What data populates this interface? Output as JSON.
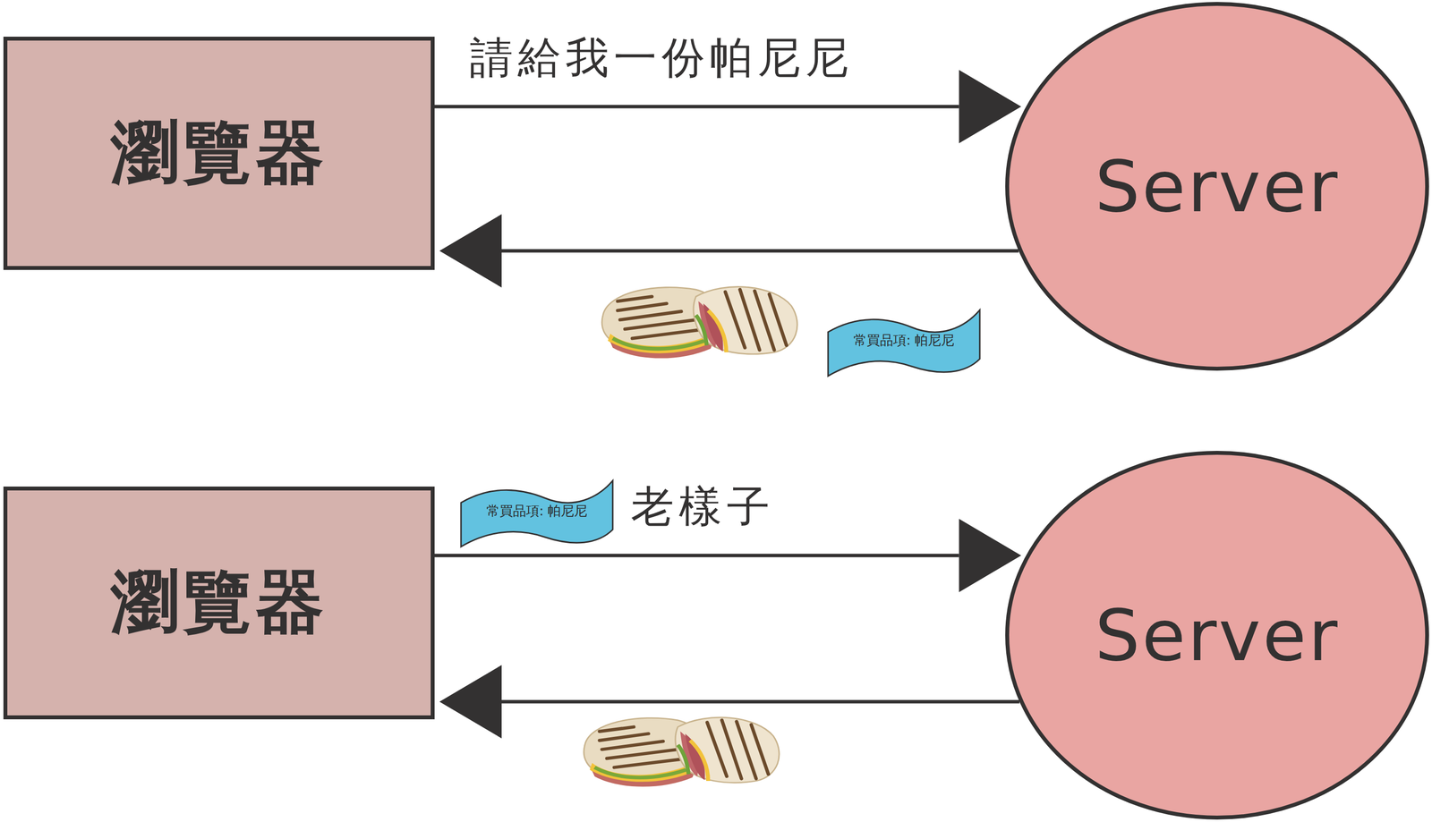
{
  "diagram": {
    "nodes": [
      {
        "text": [
          "瀏覽器"
        ]
      },
      {
        "text": [
          "Server"
        ]
      },
      {
        "text": [
          "瀏覽器"
        ]
      },
      {
        "text": [
          "Server"
        ]
      }
    ],
    "edges": [
      {
        "from": 0,
        "to": 1,
        "arrow": "to",
        "label": "請給我一份帕尼尼"
      },
      {
        "from": 1,
        "to": 0,
        "arrow": "to"
      },
      {
        "from": 2,
        "to": 3,
        "arrow": "to",
        "label": "老樣子"
      },
      {
        "from": 3,
        "to": 2,
        "arrow": "to"
      }
    ],
    "labels": [
      "常買品項: 帕尼尼",
      "常買品項: 帕尼尼"
    ]
  }
}
